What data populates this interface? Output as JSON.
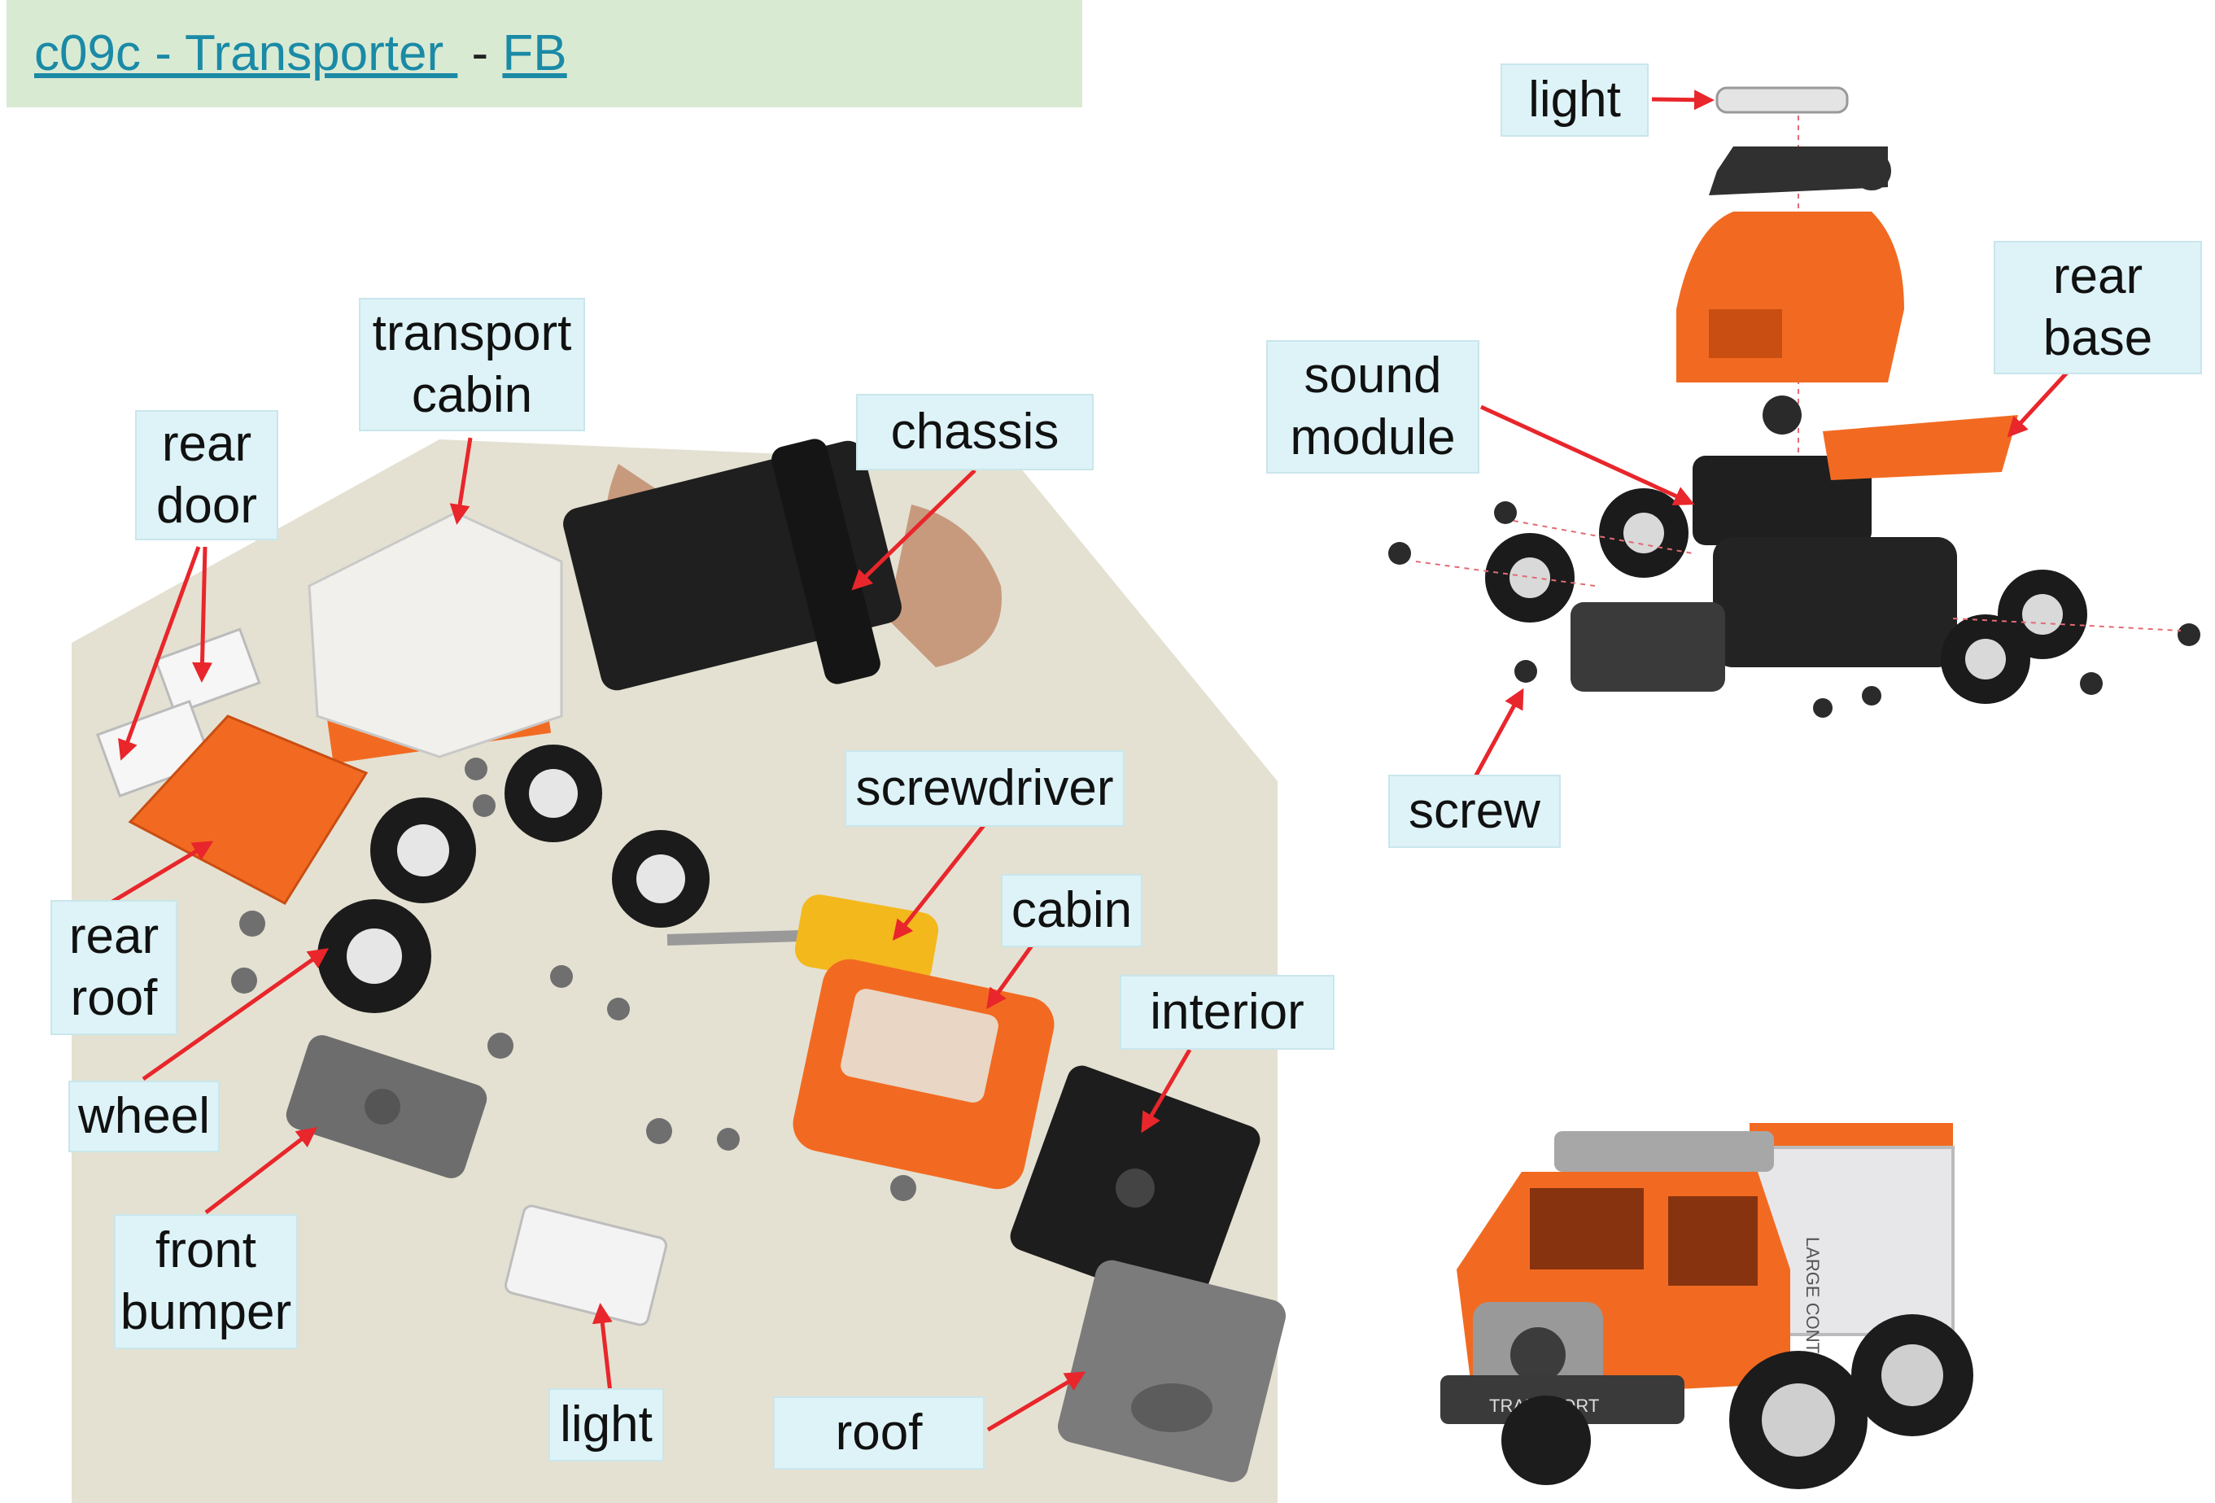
{
  "header": {
    "title_link": "c09c - Transporter ",
    "separator": " - ",
    "fb_link": "FB"
  },
  "colors": {
    "header_bg": "#d9ead3",
    "label_bg": "#ddf3f7",
    "arrow": "#e8262b",
    "toy_orange": "#f26a21",
    "toy_black": "#222222",
    "toy_grey": "#777777",
    "toy_white": "#f2f2f2"
  },
  "labels": {
    "transport_cabin": "transport\ncabin",
    "rear_door": "rear\ndoor",
    "chassis": "chassis",
    "screwdriver": "screwdriver",
    "cabin": "cabin",
    "interior": "interior",
    "rear_roof": "rear\nroof",
    "wheel": "wheel",
    "front_bumper": "front\nbumper",
    "light_left": "light",
    "roof": "roof",
    "light_right": "light",
    "rear_base": "rear\nbase",
    "sound_module": "sound\nmodule",
    "screw": "screw"
  },
  "truck": {
    "box_text": "LARGE CONTAINER",
    "bumper_text": "TRANSPORT"
  }
}
